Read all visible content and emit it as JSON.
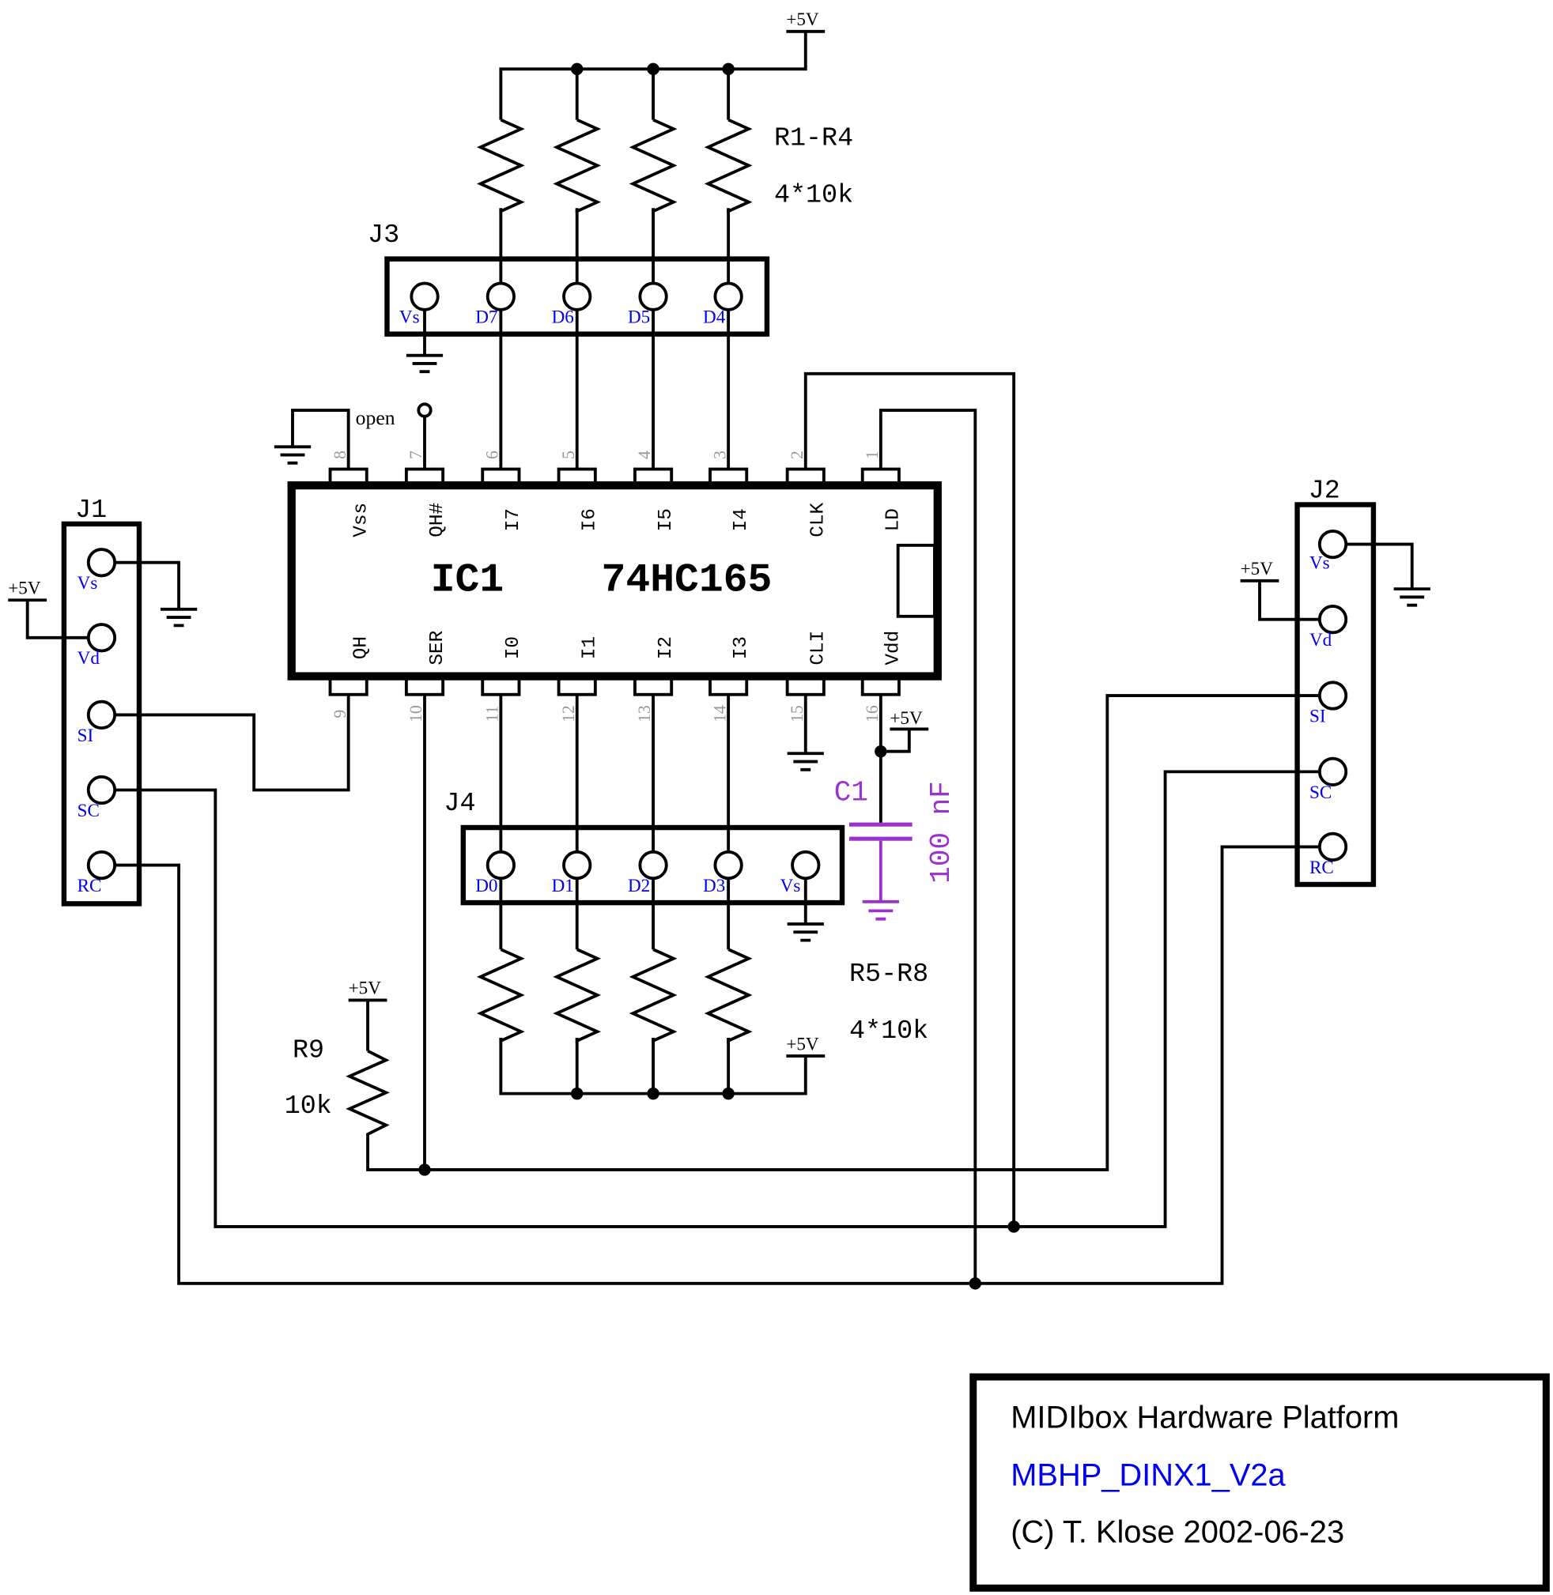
{
  "ic": {
    "name": "IC1",
    "part": "74HC165",
    "top_pins": [
      {
        "num": "8",
        "label": "Vss"
      },
      {
        "num": "7",
        "label": "QH#"
      },
      {
        "num": "6",
        "label": "I7"
      },
      {
        "num": "5",
        "label": "I6"
      },
      {
        "num": "4",
        "label": "I5"
      },
      {
        "num": "3",
        "label": "I4"
      },
      {
        "num": "2",
        "label": "CLK"
      },
      {
        "num": "1",
        "label": "LD"
      }
    ],
    "bottom_pins": [
      {
        "num": "9",
        "label": "QH"
      },
      {
        "num": "10",
        "label": "SER"
      },
      {
        "num": "11",
        "label": "I0"
      },
      {
        "num": "12",
        "label": "I1"
      },
      {
        "num": "13",
        "label": "I2"
      },
      {
        "num": "14",
        "label": "I3"
      },
      {
        "num": "15",
        "label": "CLI"
      },
      {
        "num": "16",
        "label": "Vdd"
      }
    ]
  },
  "open_label": "open",
  "supply_label": "+5V",
  "j1": {
    "name": "J1",
    "pins": [
      "Vs",
      "Vd",
      "SI",
      "SC",
      "RC"
    ]
  },
  "j2": {
    "name": "J2",
    "pins": [
      "Vs",
      "Vd",
      "SI",
      "SC",
      "RC"
    ]
  },
  "j3": {
    "name": "J3",
    "pins": [
      "Vs",
      "D7",
      "D6",
      "D5",
      "D4"
    ]
  },
  "j4": {
    "name": "J4",
    "pins": [
      "D0",
      "D1",
      "D2",
      "D3",
      "Vs"
    ]
  },
  "r1_r4": {
    "name": "R1-R4",
    "value": "4*10k"
  },
  "r5_r8": {
    "name": "R5-R8",
    "value": "4*10k"
  },
  "r9": {
    "name": "R9",
    "value": "10k"
  },
  "c1": {
    "name": "C1",
    "value": "100 nF"
  },
  "title_block": {
    "line1": "MIDIbox Hardware Platform",
    "line2": "MBHP_DINX1_V2a",
    "line3": "(C) T. Klose 2002-06-23"
  },
  "colors": {
    "pin_label": "#0000ee",
    "cap": "#9933cc",
    "pin_number": "#999999"
  }
}
